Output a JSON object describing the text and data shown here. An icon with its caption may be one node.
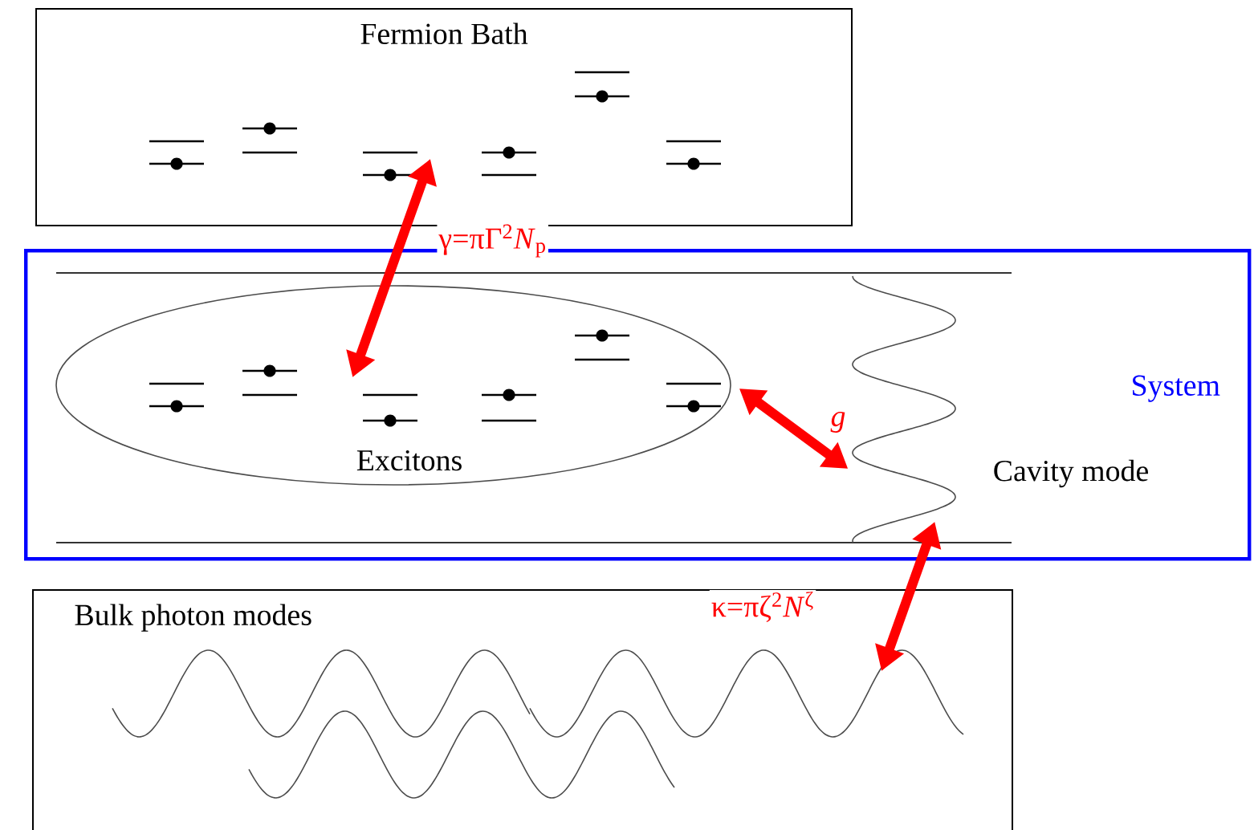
{
  "diagram": {
    "nodes": [
      {
        "text": [
          "Fermion Bath"
        ]
      },
      {
        "text": [
          "System"
        ]
      },
      {
        "text": [
          "Excitons"
        ],
        "in": 1
      },
      {
        "text": [
          "Cavity mode"
        ],
        "in": 1
      },
      {
        "text": [
          "Bulk photon modes"
        ]
      }
    ],
    "edges": [
      {
        "from": 0,
        "to": 2,
        "arrow": "both",
        "label": "γ=πΓ$^{2}$*N*$_{p}$"
      },
      {
        "from": 2,
        "to": 3,
        "arrow": "both",
        "label": "*g*"
      },
      {
        "from": 3,
        "to": 4,
        "arrow": "both",
        "label": "κ=πζ$^{2}$*N*$^{ζ}$"
      }
    ]
  }
}
